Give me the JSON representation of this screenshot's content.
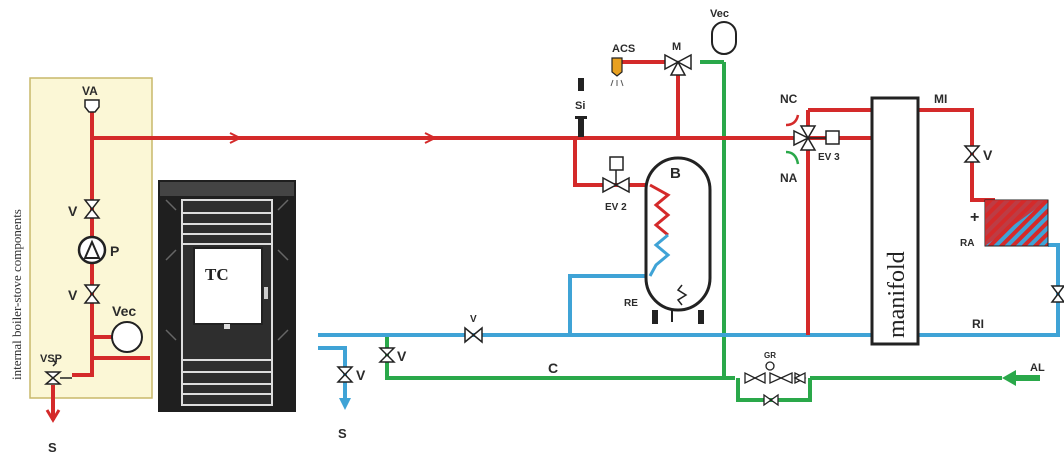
{
  "colors": {
    "hot": "#d42a2a",
    "cold": "#3fa3d6",
    "mains": "#2aa84a",
    "panel_fill": "#fbf7d6",
    "panel_border": "#c8b86a",
    "stove_dark": "#2a2a2a",
    "outline": "#222222"
  },
  "panel": {
    "caption": "internal boiler-stove components"
  },
  "labels": {
    "va": "VA",
    "v_upper": "V",
    "pump": "P",
    "v_lower": "V",
    "vec_left": "Vec",
    "vsp": "VSP",
    "s_left": "S",
    "tc": "TC",
    "v_drain": "V",
    "s_drain": "S",
    "v_green": "V",
    "v_cold": "V",
    "c_line": "C",
    "si": "Si",
    "acs": "ACS",
    "m_valve": "M",
    "vec_top": "Vec",
    "ev2": "EV 2",
    "b_tank": "B",
    "re": "RE",
    "gr": "GR",
    "nc": "NC",
    "na": "NA",
    "ev3": "EV 3",
    "manifold": "manifold",
    "mi": "MI",
    "v_right": "V",
    "plus": "+",
    "ra": "RA",
    "ri": "RI",
    "al": "AL"
  }
}
